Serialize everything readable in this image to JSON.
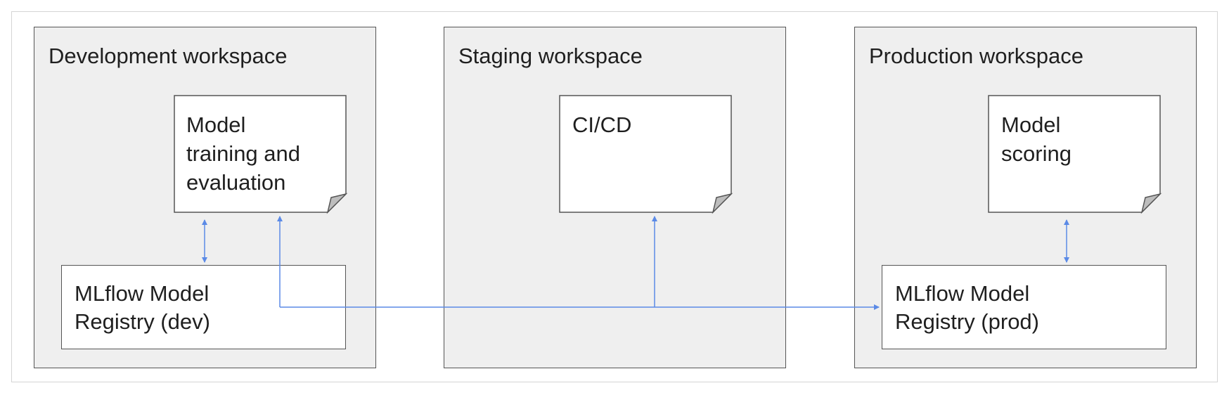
{
  "workspaces": {
    "dev": {
      "title": "Development workspace",
      "notebook": "Model\ntraining and\nevaluation",
      "registry": "MLflow Model\nRegistry (dev)"
    },
    "staging": {
      "title": "Staging workspace",
      "notebook": "CI/CD"
    },
    "prod": {
      "title": "Production workspace",
      "notebook": "Model\nscoring",
      "registry": "MLflow Model\nRegistry (prod)"
    }
  },
  "colors": {
    "workspace_fill": "#efefef",
    "border": "#555555",
    "arrow": "#5b8ae6",
    "note_fold": "#bdbdbd"
  }
}
